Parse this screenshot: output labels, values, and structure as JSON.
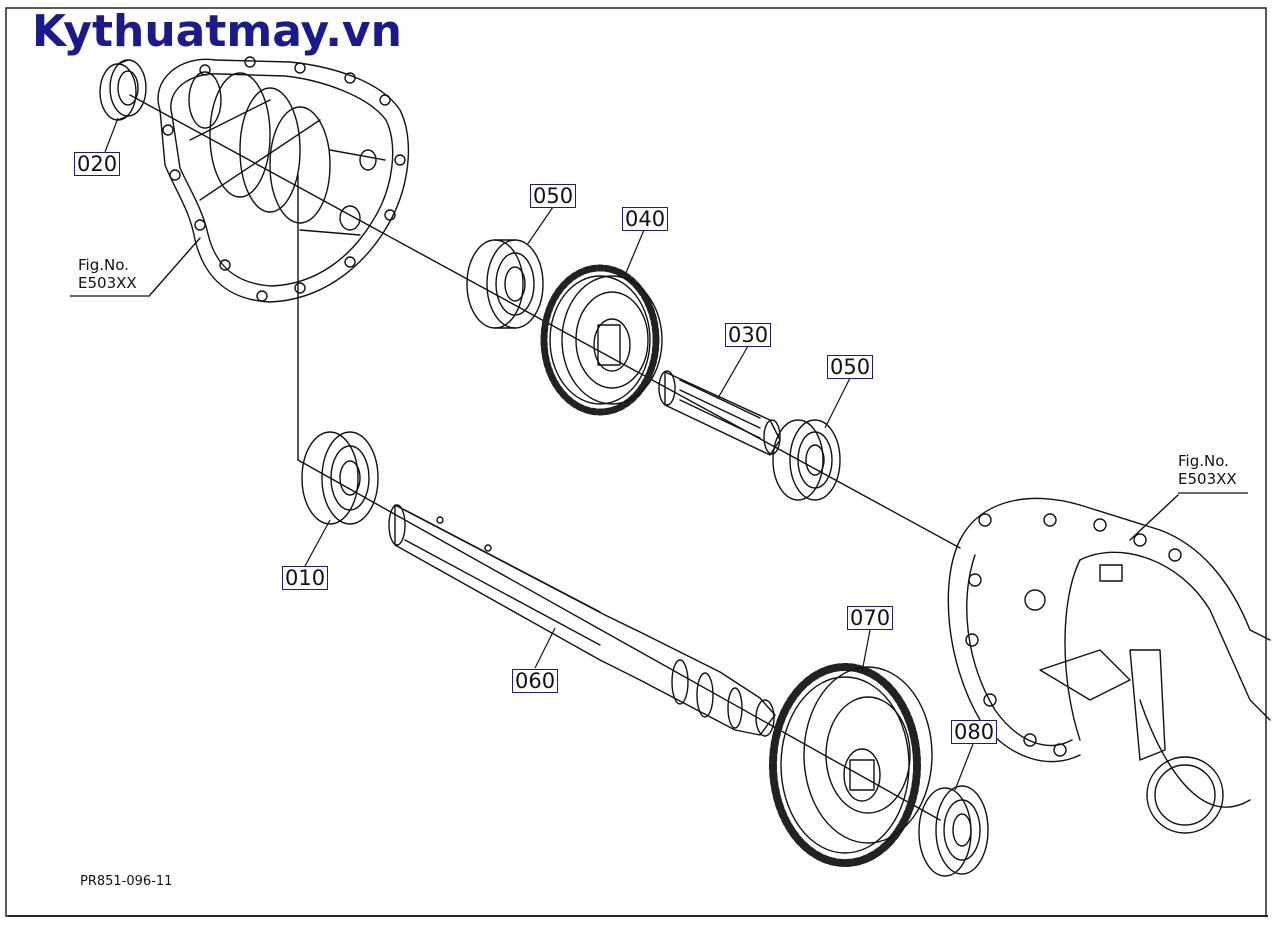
{
  "watermark": "Kythuatmay.vn",
  "parts": {
    "p010": "010",
    "p020": "020",
    "p030": "030",
    "p040": "040",
    "p050a": "050",
    "p050b": "050",
    "p060": "060",
    "p070": "070",
    "p080": "080"
  },
  "fig_refs": {
    "left": {
      "line1": "Fig.No.",
      "line2": "E503XX"
    },
    "right": {
      "line1": "Fig.No.",
      "line2": "E503XX"
    }
  },
  "drawing_number": "PR851-096-11",
  "colors": {
    "watermark": "#1a1a8c",
    "label_border": "#1a1a8c",
    "line": "#111111"
  }
}
